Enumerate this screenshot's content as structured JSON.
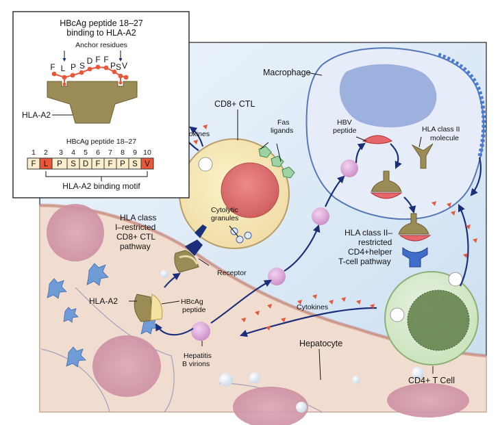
{
  "inset": {
    "title_line1": "HBcAg peptide 18–27",
    "title_line2": "binding to HLA-A2",
    "anchor_label": "Anchor residues",
    "peptide_letters": [
      "F",
      "L",
      "P",
      "S",
      "D",
      "F",
      "F",
      "P",
      "S",
      "V"
    ],
    "molecule_label": "HLA-A2",
    "sequence_title": "HBcAg peptide 18–27",
    "positions": [
      "1",
      "2",
      "3",
      "4",
      "5",
      "6",
      "7",
      "8",
      "9",
      "10"
    ],
    "residues": [
      "F",
      "L",
      "P",
      "S",
      "D",
      "F",
      "F",
      "P",
      "S",
      "V"
    ],
    "motif_label": "HLA-A2 binding motif"
  },
  "labels": {
    "macrophage": "Macrophage",
    "cd8_ctl": "CD8+ CTL",
    "cytokines_top": "Cytokines",
    "fas_line1": "Fas",
    "fas_line2": "ligands",
    "hbv_line1": "HBV",
    "hbv_line2": "peptide",
    "hla2_line1": "HLA class II",
    "hla2_line2": "molecule",
    "cytolytic_line1": "Cytolytic",
    "cytolytic_line2": "granules",
    "class1_line1": "HLA class",
    "class1_line2": "I–restricted",
    "class1_line3": "CD8+ CTL",
    "class1_line4": "pathway",
    "class2_line1": "HLA class II–",
    "class2_line2": "restricted",
    "class2_line3": "CD4+helper",
    "class2_line4": "T-cell pathway",
    "receptor": "Receptor",
    "hla_a2": "HLA-A2",
    "hbcag_line1": "HBcAg",
    "hbcag_line2": "peptide",
    "cytokines_mid": "Cytokines",
    "hepatitis_line1": "Hepatitis",
    "hepatitis_line2": "B virions",
    "hepatocyte": "Hepatocyte",
    "cd4_tcell": "CD4+ T Cell"
  },
  "colors": {
    "hla_molecule": "#9b8c55",
    "peptide_dot": "#e8573a",
    "anchor_highlight": "#e8573a",
    "arrow": "#1a2f7a",
    "nucleus": "#d96a6a",
    "virion": "#d9a3d6",
    "macrophage_nucleus": "#8fa6d9",
    "tcell": "#d4e8c8"
  }
}
